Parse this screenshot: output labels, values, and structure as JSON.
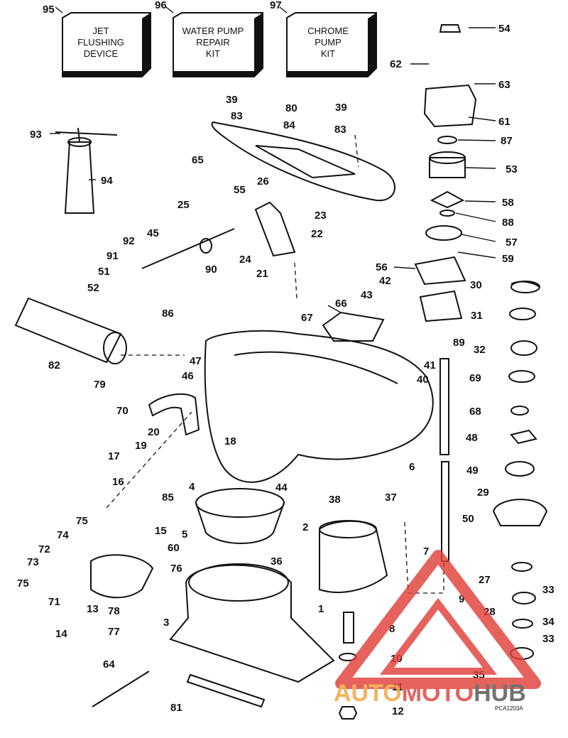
{
  "kits": [
    {
      "id": "kit-jet-flushing",
      "ref": "95",
      "lines": [
        "JET",
        "FLUSHING",
        "DEVICE"
      ]
    },
    {
      "id": "kit-water-pump",
      "ref": "96",
      "lines": [
        "WATER PUMP",
        "REPAIR",
        "KIT"
      ]
    },
    {
      "id": "kit-chrome-pump",
      "ref": "97",
      "lines": [
        "CHROME",
        "PUMP",
        "KIT"
      ]
    }
  ],
  "callouts": [
    "1",
    "2",
    "3",
    "4",
    "5",
    "6",
    "7",
    "8",
    "9",
    "10",
    "11",
    "12",
    "13",
    "14",
    "15",
    "16",
    "17",
    "18",
    "19",
    "20",
    "21",
    "22",
    "23",
    "24",
    "25",
    "26",
    "27",
    "28",
    "29",
    "30",
    "31",
    "32",
    "33",
    "34",
    "35",
    "36",
    "37",
    "38",
    "39",
    "40",
    "41",
    "42",
    "43",
    "44",
    "45",
    "46",
    "47",
    "48",
    "49",
    "50",
    "51",
    "52",
    "53",
    "54",
    "55",
    "56",
    "57",
    "58",
    "59",
    "60",
    "61",
    "62",
    "63",
    "64",
    "65",
    "66",
    "67",
    "68",
    "69",
    "70",
    "71",
    "72",
    "73",
    "74",
    "75",
    "76",
    "77",
    "78",
    "79",
    "80",
    "81",
    "82",
    "83",
    "84",
    "85",
    "86",
    "87",
    "88",
    "89",
    "90",
    "91",
    "92",
    "93",
    "94"
  ],
  "diagram_code": "PCA1203A",
  "watermark": {
    "part1": "AUTO",
    "part2": "MOTO",
    "part3": "HUB",
    "red": "#e0403a",
    "orange": "#f2a33a"
  }
}
